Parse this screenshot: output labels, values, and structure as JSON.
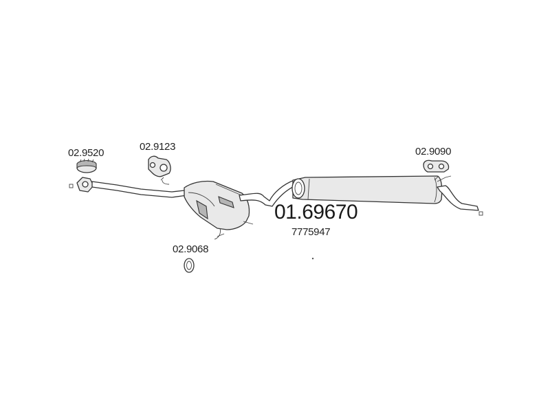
{
  "diagram": {
    "main_part": {
      "number": "01.69670",
      "oe_number": "7775947"
    },
    "accessories": [
      {
        "id": "clamp-ring",
        "number": "02.9520",
        "icon": "clamp-ring-icon"
      },
      {
        "id": "rubber-hanger-front",
        "number": "02.9123",
        "icon": "rubber-hanger-icon"
      },
      {
        "id": "gasket-ring",
        "number": "02.9068",
        "icon": "gasket-ring-icon"
      },
      {
        "id": "rubber-hanger-rear",
        "number": "02.9090",
        "icon": "rubber-hanger-icon"
      }
    ]
  }
}
